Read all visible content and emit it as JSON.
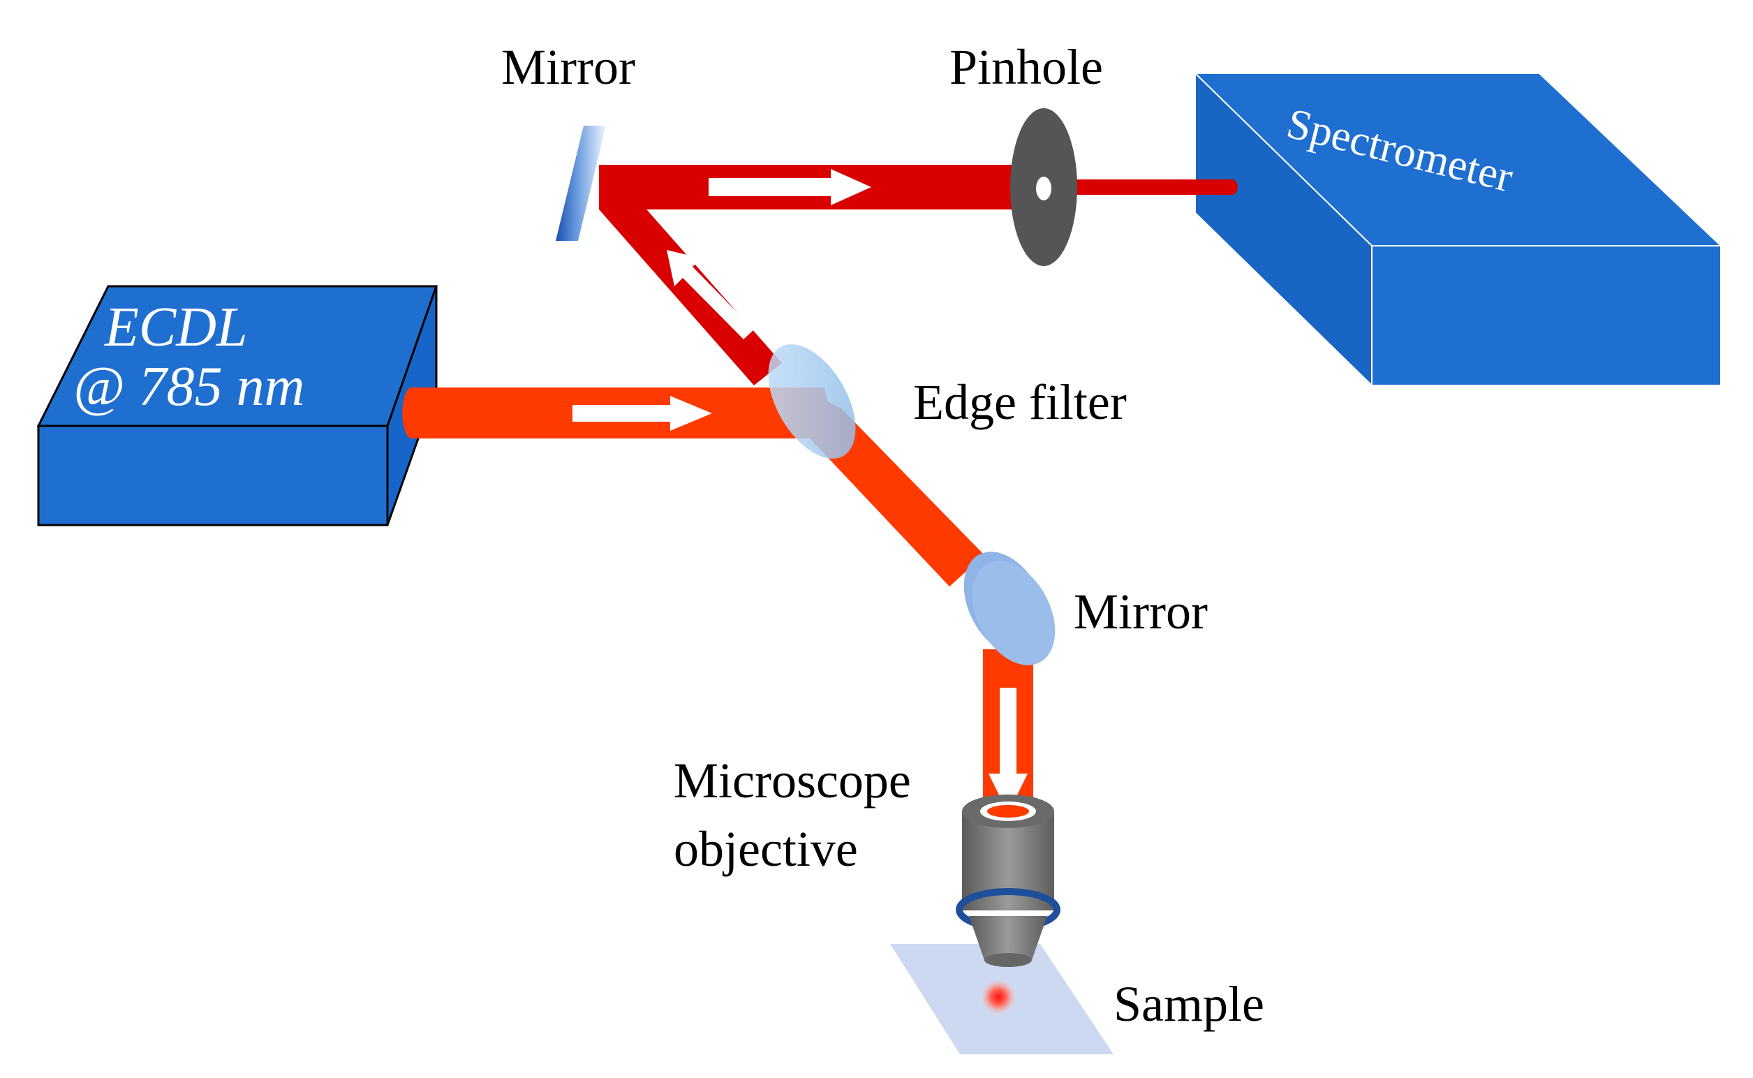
{
  "diagram": {
    "laser_box": {
      "line1": "ECDL",
      "line2": "@ 785 nm"
    },
    "spectrometer": {
      "label": "Spectrometer"
    },
    "labels": {
      "mirror_top": "Mirror",
      "pinhole": "Pinhole",
      "edge_filter": "Edge filter",
      "mirror_right": "Mirror",
      "objective_line1": "Microscope",
      "objective_line2": "objective",
      "sample": "Sample"
    },
    "colors": {
      "box_blue": "#1f6fd0",
      "laser_beam": "#ff3a00",
      "signal_beam": "#d90000",
      "optic_blue": "#9fc6ee",
      "pinhole_gray": "#555555",
      "objective_gray": "#777777",
      "sample_plate": "#c9d6f0"
    }
  }
}
